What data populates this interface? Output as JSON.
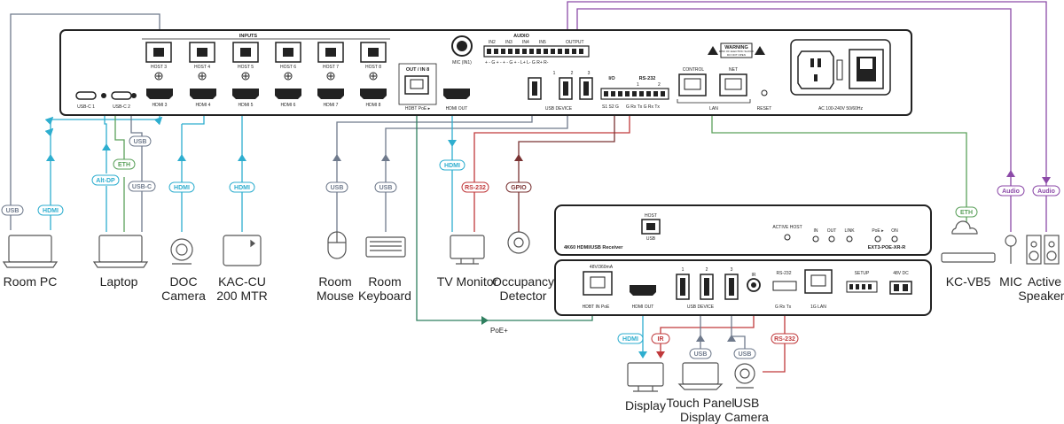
{
  "colors": {
    "usb": "#6f7a8c",
    "hdmi": "#2eaecf",
    "rs232": "#c0393b",
    "gpio": "#7a3333",
    "eth": "#5aa05a",
    "audio": "#8c4aa8",
    "poe": "#2f7f5f",
    "panel": "#222222"
  },
  "main_unit": {
    "inputs_title": "INPUTS",
    "host_ports": [
      "HOST 3",
      "HOST 4",
      "HOST 5",
      "HOST 6",
      "HOST 7",
      "HOST 8"
    ],
    "usbc_ports": [
      "USB-C 1",
      "USB-C 2"
    ],
    "hdmi_ports": [
      "HDMI 3",
      "HDMI 4",
      "HDMI 5",
      "HDMI 6",
      "HDMI 7",
      "HDMI 8"
    ],
    "out_in8": "OUT / IN 8",
    "hdbt_poe": "HDBT PoE ▸",
    "hdmi_out": "HDMI OUT",
    "mic_in": "MIC (IN1)",
    "audio_title": "AUDIO",
    "audio_inputs": [
      "IN2",
      "IN3",
      "IN4",
      "IN5",
      "OUTPUT"
    ],
    "audio_pins": "+  -  G  +  -  +  -  G  +  -  L+  L-  G  R+  R-",
    "usb_device": "USB DEVICE",
    "usb_device_nums": [
      "1",
      "2",
      "3"
    ],
    "io": "I/O",
    "io_pins": "S1  S2  G",
    "rs232": "RS-232",
    "rs232_nums": [
      "1",
      "2"
    ],
    "rs232_pins": "G  Rx  Tx  G  Rx  Tx",
    "control": "CONTROL",
    "net": "NET",
    "lan": "LAN",
    "warning": "WARNING",
    "warning_sub1": "RISK OF ELECTRIC SHOCK",
    "warning_sub2": "DO NOT OPEN",
    "reset": "RESET",
    "power": "AC 100-240V 50/60Hz"
  },
  "receiver": {
    "title_left": "4K60 HDMI/USB Receiver",
    "title_right": "EXT3-POE-XR-R",
    "host": "HOST",
    "usb": "USB",
    "active_host": "ACTIVE HOST",
    "in": "IN",
    "out": "OUT",
    "link": "LINK",
    "poe": "PoE ▸",
    "on": "ON",
    "power_spec": "48V/360mA",
    "hdbt_in_poe": "HDBT IN PoE",
    "hdmi_out": "HDMI OUT",
    "usb_device": "USB DEVICE",
    "usb_nums": [
      "1",
      "2",
      "3"
    ],
    "ir": "IR",
    "rs232": "RS-232",
    "rs232_pins": "G  Rx  Tx",
    "lan": "1G LAN",
    "setup": "SETUP",
    "dc": "48V DC"
  },
  "cable_labels": {
    "usb": "USB",
    "hdmi": "HDMI",
    "eth": "ETH",
    "altdp": "Alt-DP",
    "usbc": "USB-C",
    "rs232": "RS-232",
    "gpio": "GPIO",
    "audio": "Audio",
    "ir": "IR",
    "poe": "PoE+"
  },
  "devices": {
    "room_pc": "Room PC",
    "laptop": "Laptop",
    "doc_camera": [
      "DOC",
      "Camera"
    ],
    "kac": [
      "KAC-CU",
      "200 MTR"
    ],
    "room_mouse": [
      "Room",
      "Mouse"
    ],
    "room_keyboard": [
      "Room",
      "Keyboard"
    ],
    "tv_monitor": "TV Monitor",
    "occupancy": [
      "Occupancy",
      "Detector"
    ],
    "kc_vb5": "KC-VB5",
    "mic": "MIC",
    "speakers": [
      "Active",
      "Speakers"
    ],
    "display": "Display",
    "touch_panel": [
      "Touch Panel",
      "Display"
    ],
    "usb_camera": [
      "USB",
      "Camera"
    ]
  }
}
